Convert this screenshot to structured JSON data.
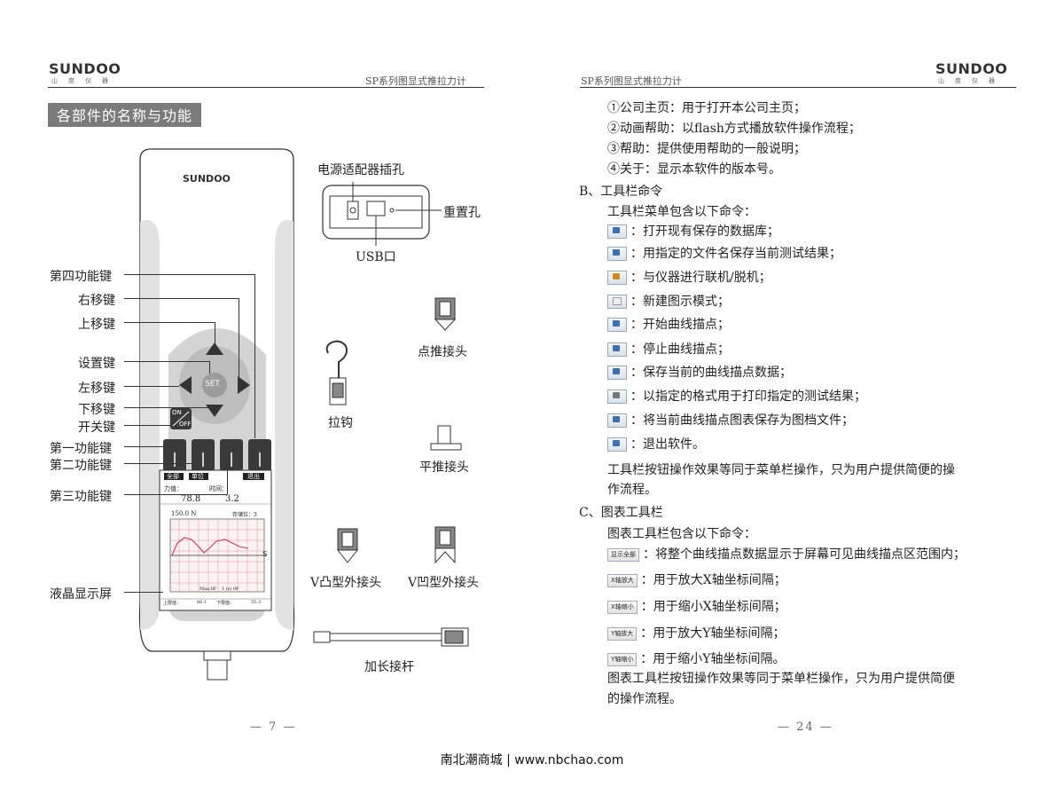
{
  "left_page": {
    "brand": "SUNDOO",
    "brand_sub": "山度仪器",
    "header_title": "SP系列图显式推拉力计",
    "section_title": "各部件的名称与功能",
    "device_brand": "SUNDOO",
    "labels": {
      "power_port": "电源适配器插孔",
      "reset_hole": "重置孔",
      "usb": "USB口",
      "fn4": "第四功能键",
      "right": "右移键",
      "up": "上移键",
      "set": "设置键",
      "left": "左移键",
      "down": "下移键",
      "power_key": "开关键",
      "fn1": "第一功能键",
      "fn2": "第二功能键",
      "fn3": "第三功能键",
      "lcd": "液晶显示屏",
      "point_push": "点推接头",
      "hook": "拉钩",
      "flat_push": "平推接头",
      "v_convex": "V凸型外接头",
      "v_concave": "V凹型外接头",
      "extension": "加长接杆"
    },
    "keypad": {
      "set": "SET",
      "on": "ON",
      "off": "OFF"
    },
    "screen": {
      "tabs": [
        "全部",
        "单位",
        "",
        "退出"
      ],
      "force_label": "力值：",
      "time_label": "时间：",
      "force_value": "78.8",
      "time_value": "3.2",
      "peak": "150.0 N",
      "store_label": "存储位：3",
      "x_axis": "S",
      "bottom_left": "上限值：",
      "bottom_left_val": "66.1",
      "bottom_mid": "下限值：",
      "bottom_right_val": "55.3",
      "legend1": "Max:0F",
      "legend2": "1 (s) 0F"
    },
    "page_number": "— 7 —"
  },
  "right_page": {
    "brand": "SUNDOO",
    "brand_sub": "山度仪器",
    "header_title": "SP系列图显式推拉力计",
    "help_items": [
      "①公司主页：用于打开本公司主页；",
      "②动画帮助：以flash方式播放软件操作流程；",
      "③帮助：提供使用帮助的一般说明；",
      "④关于：显示本软件的版本号。"
    ],
    "section_b": "B、工具栏命令",
    "toolbar_intro": "工具栏菜单包含以下命令：",
    "toolbar_items": [
      "：打开现有保存的数据库；",
      "：用指定的文件名保存当前测试结果；",
      "：与仪器进行联机/脱机；",
      "：新建图示模式；",
      "：开始曲线描点；",
      "：停止曲线描点；",
      "：保存当前的曲线描点数据；",
      "：以指定的格式用于打印指定的测试结果；",
      "：将当前曲线描点图表保存为图档文件；",
      "：退出软件。"
    ],
    "toolbar_note_1": "工具栏按钮操作效果等同于菜单栏操作，只为用户提供简便的操",
    "toolbar_note_2": "作流程。",
    "section_c": "C、图表工具栏",
    "chart_intro": "图表工具栏包含以下命令：",
    "chart_buttons": [
      "显示全部",
      "X轴放大",
      "X轴缩小",
      "Y轴放大",
      "Y轴缩小"
    ],
    "chart_items": [
      "：将整个曲线描点数据显示于屏幕可见曲线描点区范围内；",
      "：用于放大X轴坐标间隔；",
      "：用于缩小X轴坐标间隔；",
      "：用于放大Y轴坐标间隔；",
      "：用于缩小Y轴坐标间隔。"
    ],
    "chart_note_1": "图表工具栏按钮操作效果等同于菜单栏操作，只为用户提供简便",
    "chart_note_2": "的操作流程。",
    "page_number": "— 24 —"
  },
  "footer": "南北潮商城 | www.nbchao.com"
}
